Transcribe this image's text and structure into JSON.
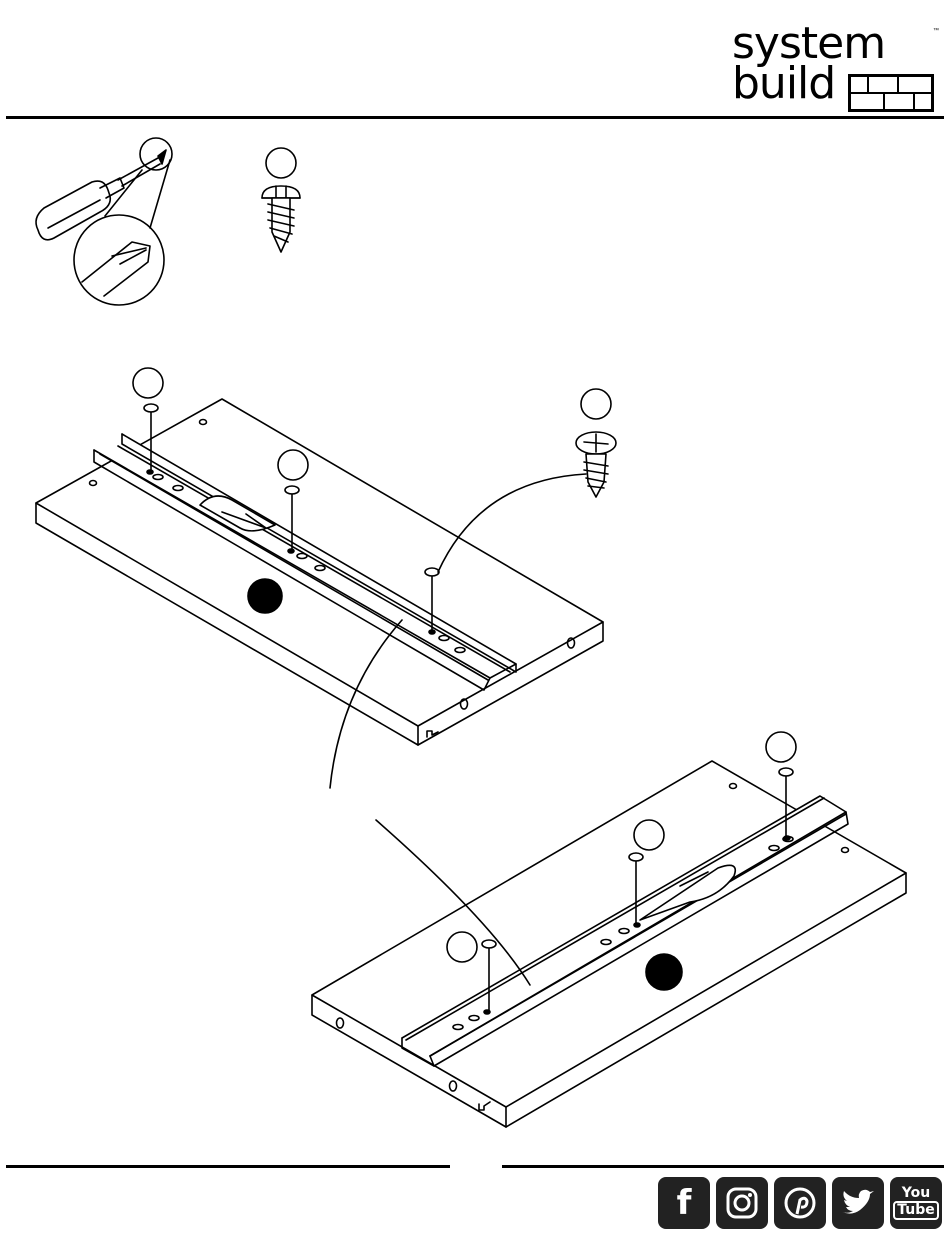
{
  "brand": {
    "line1": "system",
    "line2": "build",
    "tm": "™"
  },
  "social": [
    {
      "name": "facebook-icon",
      "glyph": "f"
    },
    {
      "name": "instagram-icon",
      "glyph": "◎"
    },
    {
      "name": "pinterest-icon",
      "glyph": "P"
    },
    {
      "name": "twitter-icon",
      "glyph": "🐦"
    },
    {
      "name": "youtube-icon",
      "glyph": "You\nTube"
    }
  ]
}
